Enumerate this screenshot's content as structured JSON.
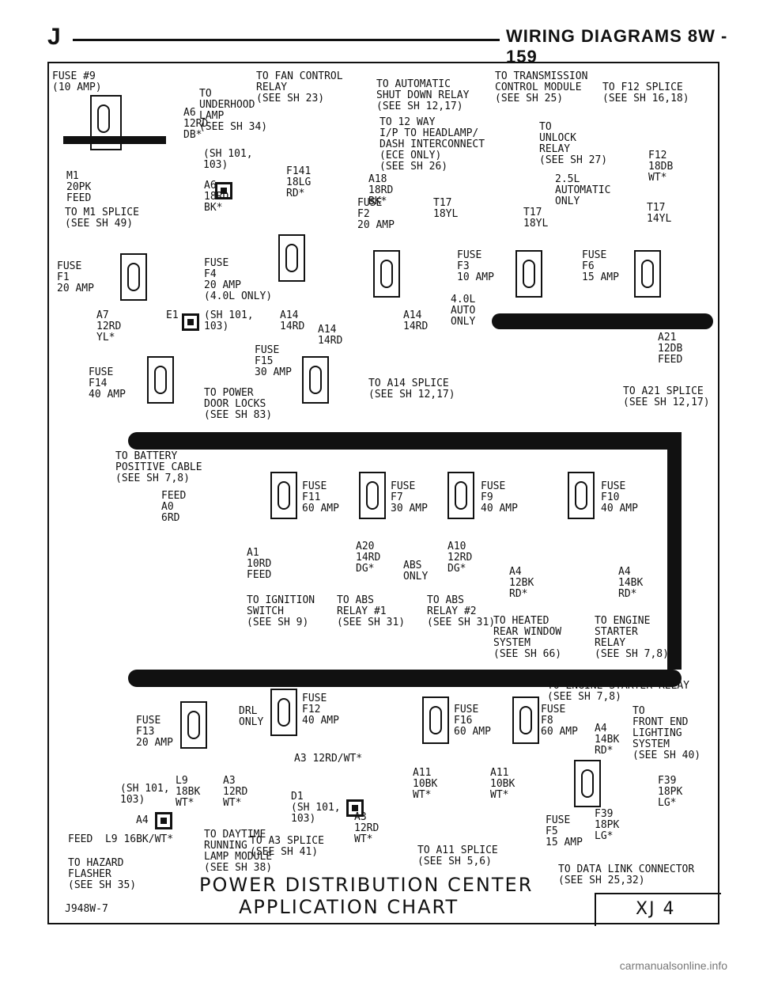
{
  "header": {
    "letter": "J",
    "title": "WIRING DIAGRAMS   8W - 159"
  },
  "top": {
    "fuse9": "FUSE #9\n(10 AMP)",
    "fan_relay": "TO FAN CONTROL\nRELAY\n(SEE SH 23)",
    "asd_relay": "TO AUTOMATIC\nSHUT DOWN RELAY\n(SEE SH 12,17)",
    "trans": "TO TRANSMISSION\nCONTROL MODULE\n(SEE SH 25)",
    "f12_splice": "TO F12 SPLICE\n(SEE SH 16,18)",
    "underhood": "TO\nUNDERHOOD\nLAMP\n(SEE SH 34)",
    "a6": "A6\n12RD\nDB*",
    "sh101": "(SH 101,\n103)",
    "f141": "F141\n18LG\nRD*",
    "a6b": "A6\n18RD\nBK*",
    "m1": "M1\n20PK\nFEED",
    "m1_splice": "TO M1 SPLICE\n(SEE SH 49)",
    "i_p": "TO 12 WAY\nI/P TO HEADLAMP/\nDASH INTERCONNECT\n(ECE ONLY)\n(SEE SH 26)",
    "unlock": "TO\nUNLOCK\nRELAY\n(SEE SH 27)",
    "a18": "A18\n18RD\nBK*",
    "fuse_f2": "FUSE\nF2\n20 AMP",
    "t17a": "T17\n18YL",
    "t17b": "T17\n18YL",
    "t17c": "T17\n14YL",
    "f12b": "F12\n18DB\nWT*",
    "auto25": "2.5L\nAUTOMATIC\nONLY",
    "fuse_f1": "FUSE\nF1\n20 AMP",
    "fuse_f4": "FUSE\nF4\n20 AMP\n(4.0L ONLY)",
    "fuse_f3": "FUSE\nF3\n10 AMP",
    "fuse_f6": "FUSE\nF6\n15 AMP",
    "auto40": "4.0L\nAUTO\nONLY",
    "a7": "A7\n12RD\nYL*",
    "e1": "E1",
    "sh101b": "(SH 101,\n103)",
    "a14": "A14\n14RD",
    "a14b": "A14\n14RD",
    "a14c": "A14\n14RD",
    "a21": "A21\n12DB\nFEED",
    "fuse_f14": "FUSE\nF14\n40 AMP",
    "fuse_f15": "FUSE\nF15\n30 AMP",
    "power_door": "TO POWER\nDOOR LOCKS\n(SEE SH 83)",
    "a14_splice": "TO A14 SPLICE\n(SEE SH 12,17)",
    "a21_splice": "TO A21 SPLICE\n(SEE SH 12,17)"
  },
  "middle": {
    "battery": "TO BATTERY\nPOSITIVE CABLE\n(SEE SH 7,8)",
    "a0": "FEED\nA0\n6RD",
    "f11": "FUSE\nF11\n60 AMP",
    "f7": "FUSE\nF7\n30 AMP",
    "f9": "FUSE\nF9\n40 AMP",
    "f10": "FUSE\nF10\n40 AMP",
    "a1": "A1\n10RD\nFEED",
    "ignition": "TO IGNITION\nSWITCH\n(SEE SH 9)",
    "a20": "A20\n14RD\nDG*",
    "abs1": "TO ABS\nRELAY #1\n(SEE SH 31)",
    "abs_only": "ABS\nONLY",
    "a10": "A10\n12RD\nDG*",
    "abs2": "TO ABS\nRELAY #2\n(SEE SH 31)",
    "a4a": "A4\n12BK\nRD*",
    "a4b": "A4\n14BK\nRD*",
    "rear_window": "TO HEATED\nREAR WINDOW\nSYSTEM\n(SEE SH 66)",
    "starter": "TO ENGINE\nSTARTER\nRELAY\n(SEE SH 7,8)"
  },
  "bottom": {
    "f13": "FUSE\nF13\n20 AMP",
    "f12": "FUSE\nF12\n40 AMP",
    "drl": "DRL\nONLY",
    "f16": "FUSE\nF16\n60 AMP",
    "f8": "FUSE\nF8\n60 AMP",
    "starter_relay": "TO ENGINE STARTER RELAY\n(SEE SH 7,8)",
    "front_end": "TO\nFRONT END\nLIGHTING\nSYSTEM\n(SEE SH 40)",
    "a4c": "A4\n14BK\nRD*",
    "a3": "A3 12RD/WT*",
    "l9": "L9\n18BK\nWT*",
    "sh101c": "(SH 101,\n103)",
    "a4d": "A4",
    "l9b": "FEED  L9 16BK/WT*",
    "hazard": "TO HAZARD\nFLASHER\n(SEE SH 35)",
    "a3b": "A3\n12RD\nWT*",
    "drl_module": "TO DAYTIME\nRUNNING\nLAMP MODULE\n(SEE SH 38)",
    "d1": "D1\n(SH 101,\n103)",
    "a3c": "A3\n12RD\nWT*",
    "a3_splice": "TO A3 SPLICE\n(SEE SH 41)",
    "a11a": "A11\n10BK\nWT*",
    "a11b": "A11\n10BK\nWT*",
    "a11_splice": "TO A11 SPLICE\n(SEE SH 5,6)",
    "f5": "FUSE\nF5\n15 AMP",
    "f39a": "F39\n18PK\nLG*",
    "f39b": "F39\n18PK\nLG*",
    "dlc": "TO DATA LINK CONNECTOR\n(SEE SH 25,32)",
    "title1": "POWER DISTRIBUTION CENTER",
    "title2": "APPLICATION CHART",
    "code": "J948W-7",
    "box": "XJ 4"
  },
  "footer": {
    "watermark": "carmanualsonline.info"
  }
}
